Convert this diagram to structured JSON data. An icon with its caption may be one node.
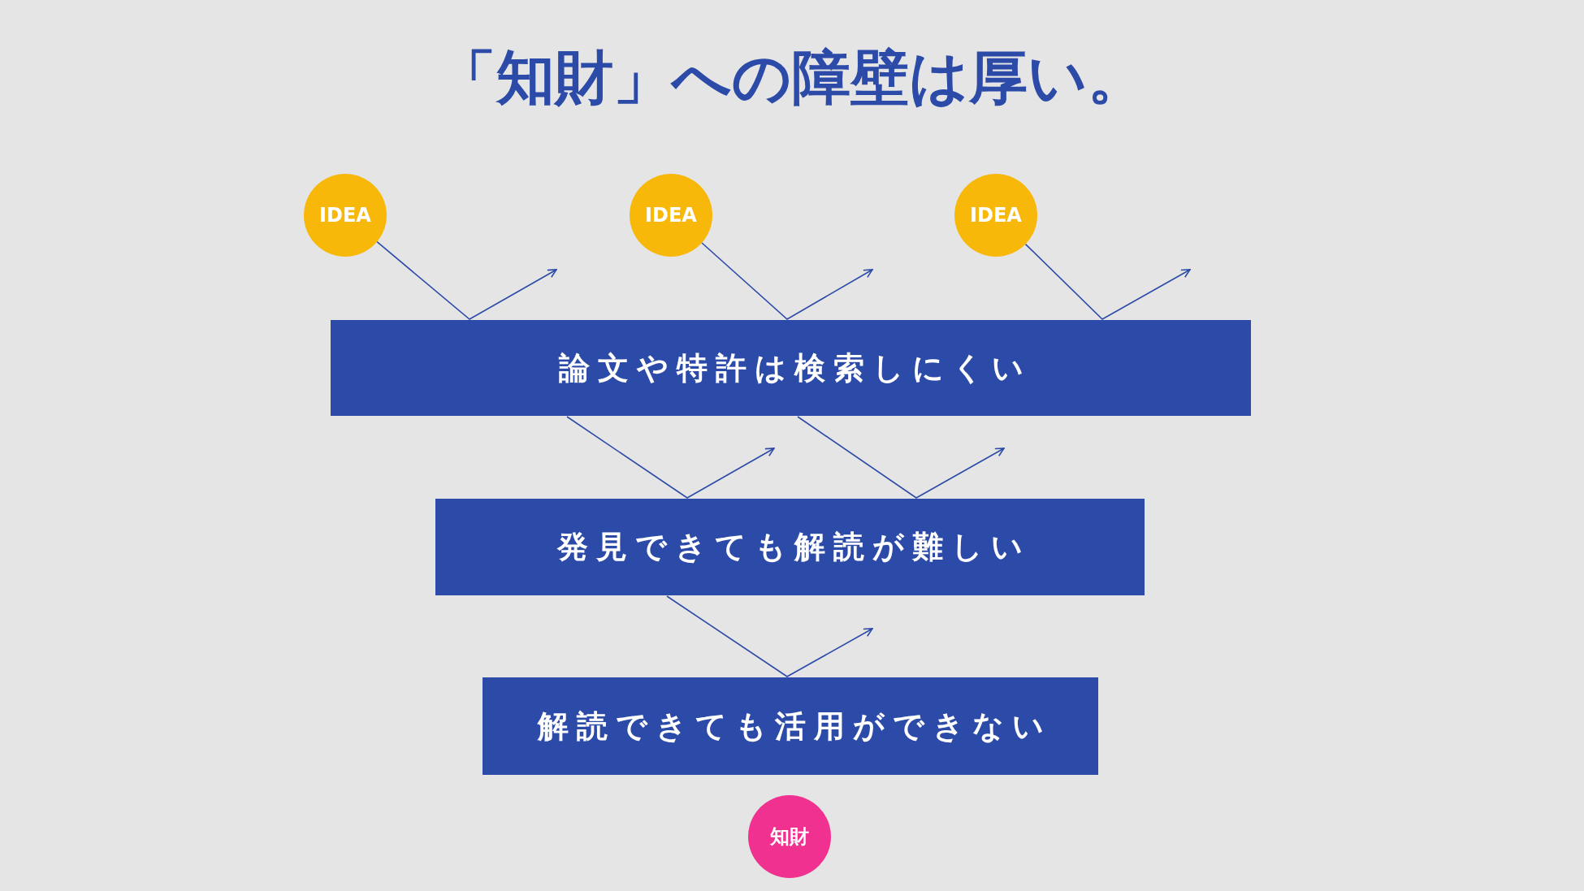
{
  "diagram": {
    "title": "「知財」への障壁は厚い。",
    "nodes": [
      {
        "text": [
          "IDEA"
        ]
      },
      {
        "text": [
          "IDEA"
        ]
      },
      {
        "text": [
          "IDEA"
        ]
      },
      {
        "text": [
          "論文や特許は検索しにくい"
        ]
      },
      {
        "text": [
          "発見できても解読が難しい"
        ]
      },
      {
        "text": [
          "解読できても活用ができない"
        ]
      },
      {
        "text": [
          "知財"
        ]
      }
    ],
    "edges": [
      {
        "from": 0,
        "to": null,
        "arrow": "to"
      },
      {
        "from": 1,
        "to": null,
        "arrow": "to"
      },
      {
        "from": 2,
        "to": null,
        "arrow": "to"
      },
      {
        "from": 3,
        "to": null,
        "arrow": "to"
      },
      {
        "from": 3,
        "to": null,
        "arrow": "to"
      },
      {
        "from": 4,
        "to": null,
        "arrow": "to"
      }
    ]
  }
}
